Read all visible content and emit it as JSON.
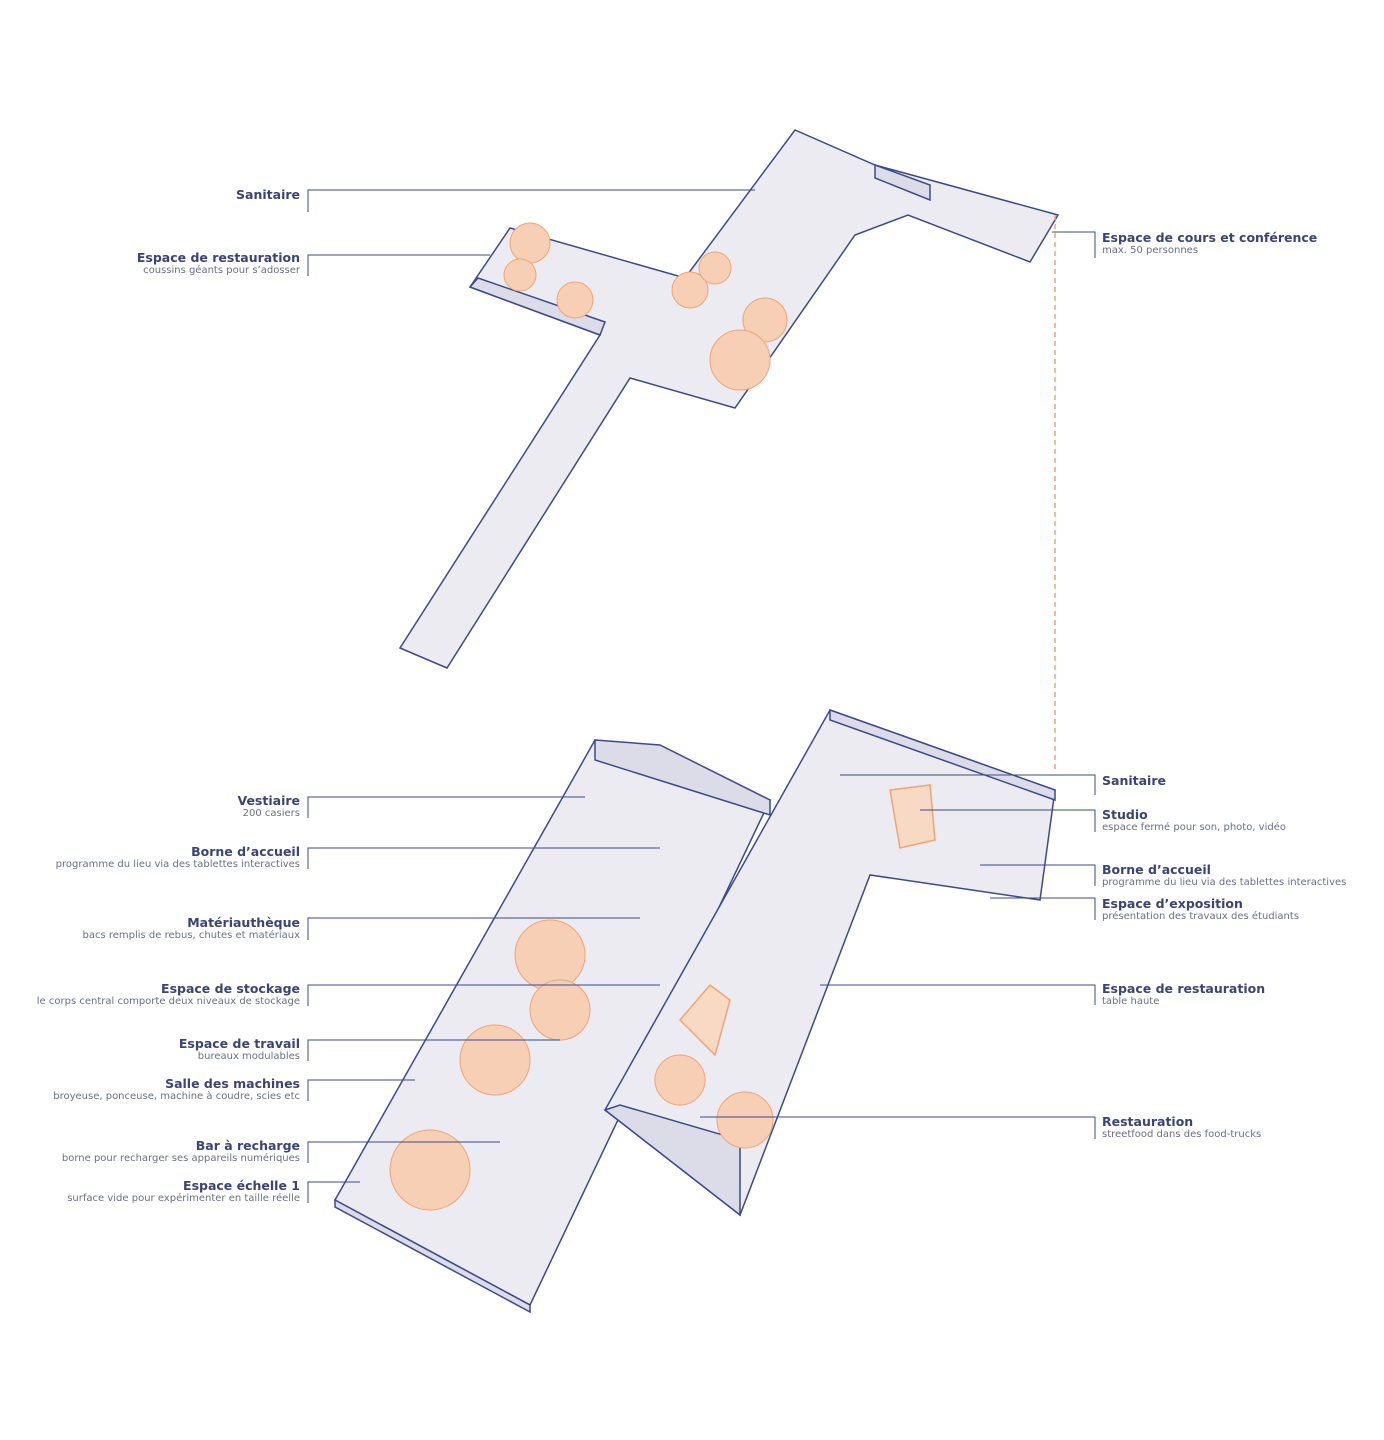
{
  "colors": {
    "line": "#3d4a8a",
    "floor": "#ecebf2",
    "wall": "#dcdbe8",
    "accent": "#f0a477"
  },
  "upper_floor": {
    "labels": [
      {
        "title": "Sanitaire",
        "sub": ""
      },
      {
        "title": "Espace de restauration",
        "sub": "coussins géants pour s’adosser"
      },
      {
        "title": "Espace de cours et conférence",
        "sub": "max. 50 personnes"
      }
    ]
  },
  "ground_floor": {
    "left_labels": [
      {
        "title": "Vestiaire",
        "sub": "200 casiers"
      },
      {
        "title": "Borne d’accueil",
        "sub": "programme du lieu via des tablettes interactives"
      },
      {
        "title": "Matériauthèque",
        "sub": "bacs remplis de rebus, chutes et matériaux"
      },
      {
        "title": "Espace de stockage",
        "sub": "le corps central comporte deux niveaux de stockage"
      },
      {
        "title": "Espace de travail",
        "sub": "bureaux modulables"
      },
      {
        "title": "Salle des machines",
        "sub": "broyeuse, ponceuse, machine à coudre, scies etc"
      },
      {
        "title": "Bar à recharge",
        "sub": "borne pour recharger ses appareils numériques"
      },
      {
        "title": "Espace échelle 1",
        "sub": "surface vide pour expérimenter en taille réelle"
      }
    ],
    "right_labels": [
      {
        "title": "Sanitaire",
        "sub": ""
      },
      {
        "title": "Studio",
        "sub": "espace fermé pour son, photo, vidéo"
      },
      {
        "title": "Borne d’accueil",
        "sub": "programme du lieu via des tablettes interactives"
      },
      {
        "title": "Espace d’exposition",
        "sub": "présentation des travaux des étudiants"
      },
      {
        "title": "Espace de restauration",
        "sub": "table haute"
      },
      {
        "title": "Restauration",
        "sub": "streetfood dans des food-trucks"
      }
    ]
  }
}
